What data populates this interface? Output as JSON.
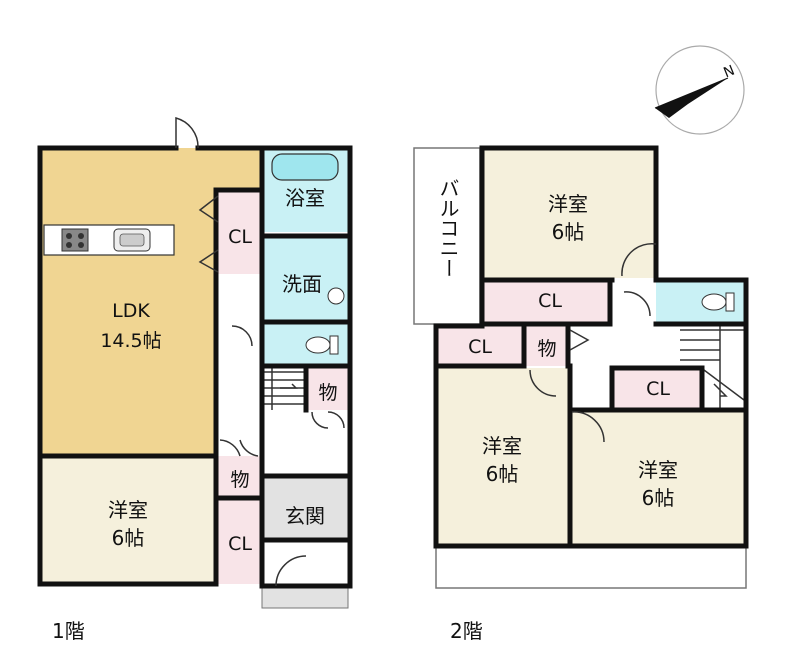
{
  "floor1": {
    "label": "1階",
    "rooms": {
      "ldk_name": "LDK",
      "ldk_size": "14.5帖",
      "bath": "浴室",
      "cl_kitchen": "CL",
      "washroom": "洗面",
      "storage1": "物",
      "storage2": "物",
      "western_name": "洋室",
      "western_size": "6帖",
      "entrance": "玄関",
      "cl_west": "CL"
    }
  },
  "floor2": {
    "label": "2階",
    "rooms": {
      "balcony": "バルコニー",
      "room_top_name": "洋室",
      "room_top_size": "6帖",
      "cl_top": "CL",
      "cl_left": "CL",
      "storage": "物",
      "cl_right": "CL",
      "room_left_name": "洋室",
      "room_left_size": "6帖",
      "room_right_name": "洋室",
      "room_right_size": "6帖"
    }
  },
  "compass": {
    "north_label": "N",
    "icon": "north-arrow-icon"
  },
  "colors": {
    "ldk": "#f0d592",
    "western": "#f5f0dc",
    "closet": "#f8e4e8",
    "wet": "#c9f1f5",
    "entrance": "#e2e2e2",
    "wall": "#111111"
  }
}
